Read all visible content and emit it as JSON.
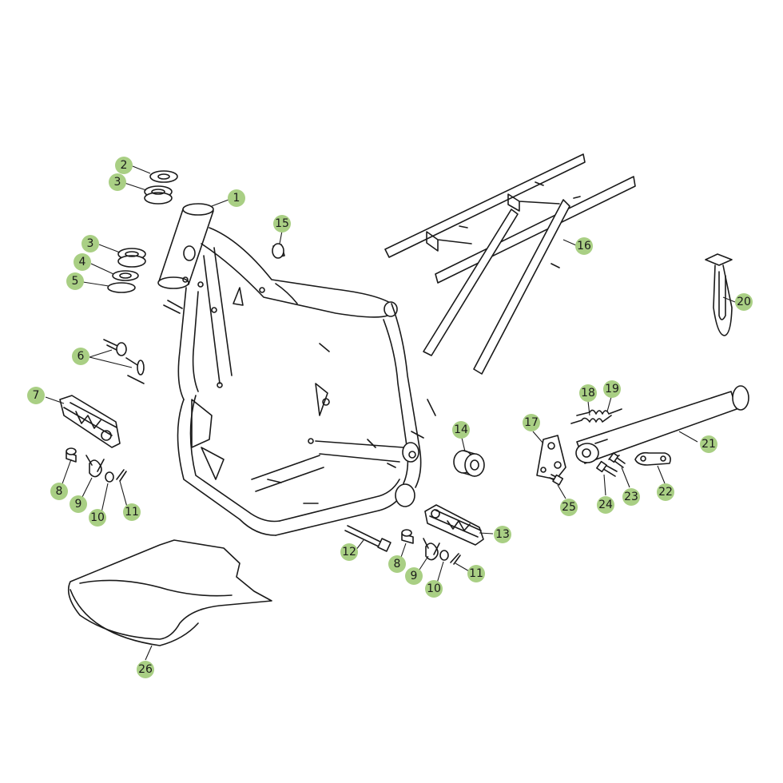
{
  "colors": {
    "callout": "#a9cf84",
    "line": "#1a1a1a",
    "background": "#ffffff"
  },
  "callouts": [
    {
      "id": "c1",
      "label": "1"
    },
    {
      "id": "c2",
      "label": "2"
    },
    {
      "id": "c3a",
      "label": "3"
    },
    {
      "id": "c3b",
      "label": "3"
    },
    {
      "id": "c4",
      "label": "4"
    },
    {
      "id": "c5",
      "label": "5"
    },
    {
      "id": "c6",
      "label": "6"
    },
    {
      "id": "c7",
      "label": "7"
    },
    {
      "id": "c8a",
      "label": "8"
    },
    {
      "id": "c9a",
      "label": "9"
    },
    {
      "id": "c10a",
      "label": "10"
    },
    {
      "id": "c11a",
      "label": "11"
    },
    {
      "id": "c12",
      "label": "12"
    },
    {
      "id": "c8b",
      "label": "8"
    },
    {
      "id": "c9b",
      "label": "9"
    },
    {
      "id": "c10b",
      "label": "10"
    },
    {
      "id": "c11b",
      "label": "11"
    },
    {
      "id": "c13",
      "label": "13"
    },
    {
      "id": "c14",
      "label": "14"
    },
    {
      "id": "c15",
      "label": "15"
    },
    {
      "id": "c16",
      "label": "16"
    },
    {
      "id": "c17",
      "label": "17"
    },
    {
      "id": "c18",
      "label": "18"
    },
    {
      "id": "c19",
      "label": "19"
    },
    {
      "id": "c20",
      "label": "20"
    },
    {
      "id": "c21",
      "label": "21"
    },
    {
      "id": "c22",
      "label": "22"
    },
    {
      "id": "c23",
      "label": "23"
    },
    {
      "id": "c24",
      "label": "24"
    },
    {
      "id": "c25",
      "label": "25"
    },
    {
      "id": "c26",
      "label": "26"
    }
  ]
}
